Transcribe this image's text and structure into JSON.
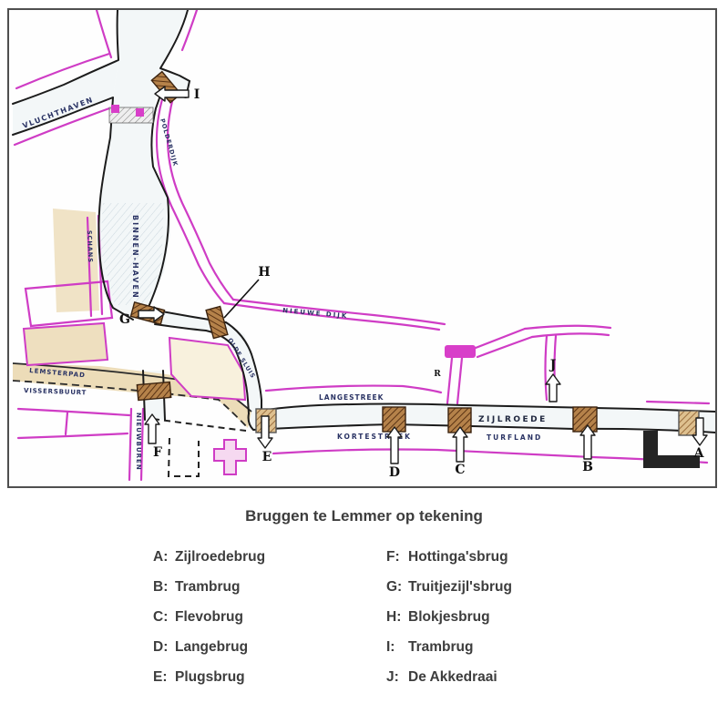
{
  "caption": "Bruggen te Lemmer op tekening",
  "legend": {
    "left": [
      {
        "letter": "A:",
        "name": "Zijlroedebrug"
      },
      {
        "letter": "B:",
        "name": "Trambrug"
      },
      {
        "letter": "C:",
        "name": "Flevobrug"
      },
      {
        "letter": "D:",
        "name": "Langebrug"
      },
      {
        "letter": "E:",
        "name": "Plugsbrug"
      }
    ],
    "right": [
      {
        "letter": "F:",
        "name": "Hottinga'sbrug"
      },
      {
        "letter": "G:",
        "name": "Truitjezijl'sbrug"
      },
      {
        "letter": "H:",
        "name": "Blokjesbrug"
      },
      {
        "letter": "I:",
        "name": "Trambrug"
      },
      {
        "letter": "J:",
        "name": "De Akkedraai"
      }
    ]
  },
  "map": {
    "labels": {
      "vluchthaven": "VLUCHTHAVEN",
      "polderdijk": "POLDERDIJK",
      "binnenhaven": "BINNEN-HAVEN",
      "schans": "SCHANS",
      "olde_sluis": "OLDE SLUIS",
      "nieuwedijk": "NIEUWE DIJK",
      "langestreek": "LANGESTREEK",
      "kortestreek": "KORTESTREEK",
      "zijlroede": "ZIJLROEDE",
      "turfland": "TURFLAND",
      "nieuwburen": "NIEUWBUREN",
      "vissersbuurt": "VISSERSBUURT",
      "lemsterpad": "LEMSTERPAD"
    },
    "markers": {
      "a": "A",
      "b": "B",
      "c": "C",
      "d": "D",
      "e": "E",
      "f": "F",
      "g": "G",
      "h": "H",
      "i": "I",
      "j": "J",
      "r": "R"
    }
  },
  "colors": {
    "street_magenta": "#cf3cc5",
    "bridge_brown": "#b5824a",
    "water_outline": "#1c1c1c",
    "road_tan": "#ecdcb8",
    "text_dark": "#3d3d3d"
  }
}
